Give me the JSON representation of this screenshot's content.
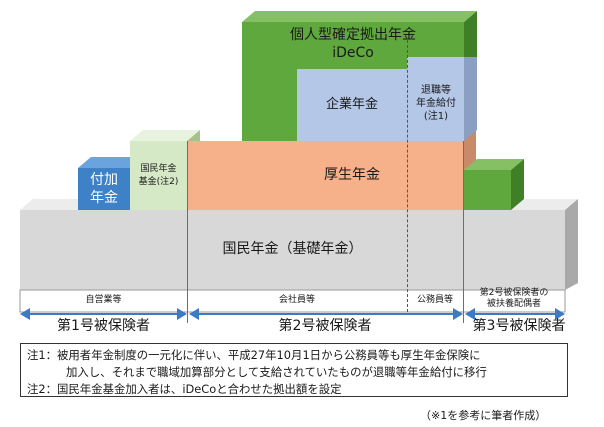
{
  "blocks": {
    "ideco": "個人型確定拠出年金\niDeCo",
    "kigyo": "企業年金",
    "taishoku": "退職等\n年金給付\n(注1)",
    "fuka": "付加\n年金",
    "kikin": "国民年金\n基金(注2)",
    "kosei": "厚生年金",
    "kokumin": "国民年金（基礎年金）"
  },
  "categories": {
    "jiei": "自営業等",
    "kaisha": "会社員等",
    "komuin": "公務員等",
    "hifuyo": "第2号被保険者の\n被扶養配偶者"
  },
  "insured": {
    "first": "第1号被保険者",
    "second": "第2号被保険者",
    "third": "第3号被保険者"
  },
  "notes": {
    "note1_line1": "注1：被用者年金制度の一元化に伴い、平成27年10月1日から公務員等も厚生年金保険に",
    "note1_line2": "加入し、それまで職域加算部分として支給されていたものが退職等年金給付に移行",
    "note2": "注2：国民年金基金加入者は、iDeCoと合わせた拠出額を設定"
  },
  "source": "（※1を参考に筆者作成）",
  "colors": {
    "ideco": "#5fa83e",
    "kigyo": "#b4c7e7",
    "kosei": "#f6b18b",
    "fuka": "#3e81c7",
    "kikin": "#d6e9c6",
    "kokumin": "#d8d8d8",
    "arrow": "#3d7ac6"
  }
}
